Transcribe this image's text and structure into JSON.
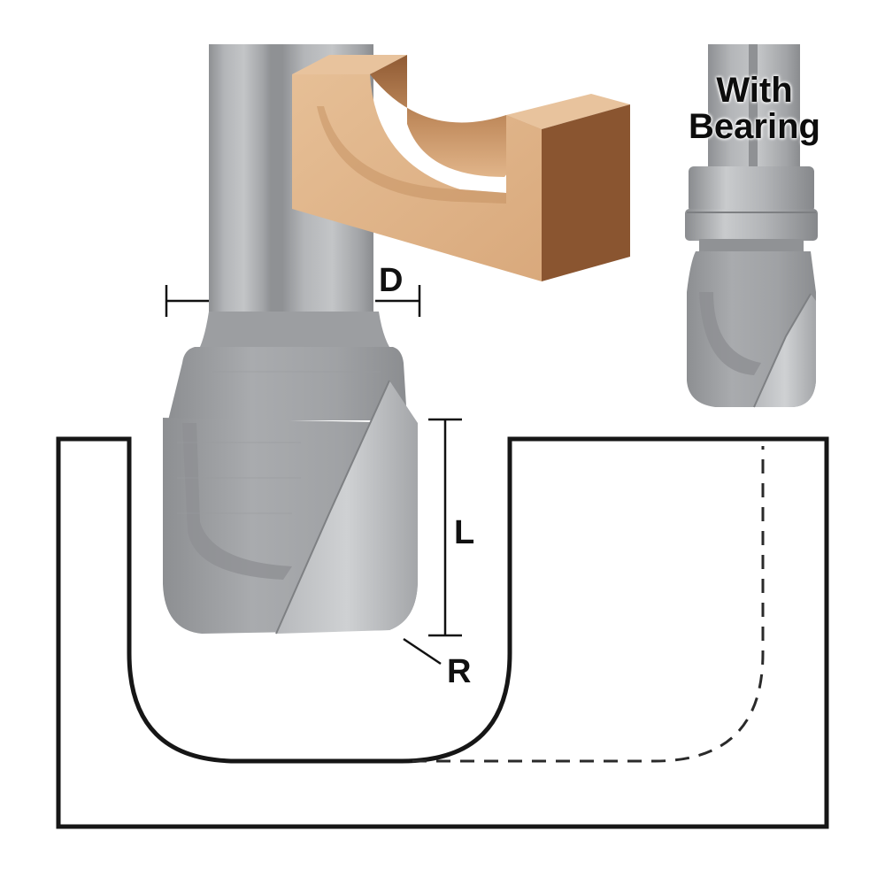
{
  "labels": {
    "diameter": "D",
    "length": "L",
    "radius": "R"
  },
  "inset": {
    "title_line1": "With",
    "title_line2": "Bearing"
  },
  "colors": {
    "steel": "#a6a8ab",
    "steel_dark": "#8c8e91",
    "wood_face": "#deb287",
    "wood_side": "#8a5530",
    "outline": "#161616"
  }
}
